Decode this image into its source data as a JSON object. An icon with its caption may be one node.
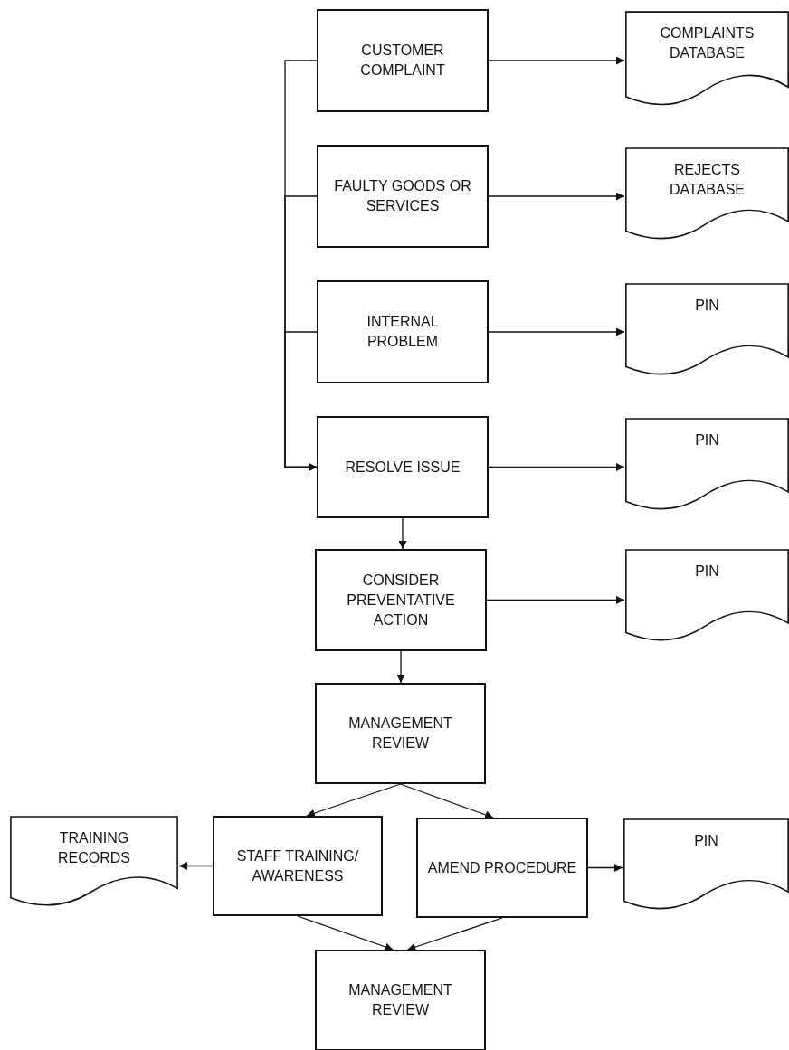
{
  "diagram": {
    "nodes": [
      {
        "text": [
          "CUSTOMER COMPLAINT"
        ]
      },
      {
        "text": [
          "COMPLAINTS DATABASE"
        ]
      },
      {
        "text": [
          "FAULTY GOODS OR SERVICES"
        ]
      },
      {
        "text": [
          "REJECTS DATABASE"
        ]
      },
      {
        "text": [
          "INTERNAL PROBLEM"
        ]
      },
      {
        "text": [
          "PIN"
        ]
      },
      {
        "text": [
          "RESOLVE ISSUE"
        ]
      },
      {
        "text": [
          "PIN"
        ]
      },
      {
        "text": [
          "CONSIDER PREVENTATIVE ACTION"
        ]
      },
      {
        "text": [
          "PIN"
        ]
      },
      {
        "text": [
          "MANAGEMENT REVIEW"
        ]
      },
      {
        "text": [
          "TRAINING RECORDS"
        ]
      },
      {
        "text": [
          "STAFF TRAINING/ AWARENESS"
        ]
      },
      {
        "text": [
          "AMEND PROCEDURE"
        ]
      },
      {
        "text": [
          "PIN"
        ]
      },
      {
        "text": [
          "MANAGEMENT REVIEW"
        ]
      }
    ],
    "edges": [
      {
        "from": 0,
        "to": 1,
        "arrow": "to"
      },
      {
        "from": 2,
        "to": 3,
        "arrow": "to"
      },
      {
        "from": 4,
        "to": 5,
        "arrow": "to"
      },
      {
        "from": 6,
        "to": 7,
        "arrow": "to"
      },
      {
        "from": 8,
        "to": 9,
        "arrow": "to"
      },
      {
        "from": 0,
        "to": 6,
        "arrow": "to"
      },
      {
        "from": 2,
        "to": 6,
        "arrow": "to"
      },
      {
        "from": 4,
        "to": 6,
        "arrow": "to"
      },
      {
        "from": 6,
        "to": 8,
        "arrow": "to"
      },
      {
        "from": 8,
        "to": 10,
        "arrow": "to"
      },
      {
        "from": 10,
        "to": 12,
        "arrow": "to"
      },
      {
        "from": 10,
        "to": 13,
        "arrow": "to"
      },
      {
        "from": 12,
        "to": 11,
        "arrow": "to"
      },
      {
        "from": 13,
        "to": 14,
        "arrow": "to"
      },
      {
        "from": 12,
        "to": 15,
        "arrow": "to"
      },
      {
        "from": 13,
        "to": 15,
        "arrow": "to"
      }
    ]
  }
}
